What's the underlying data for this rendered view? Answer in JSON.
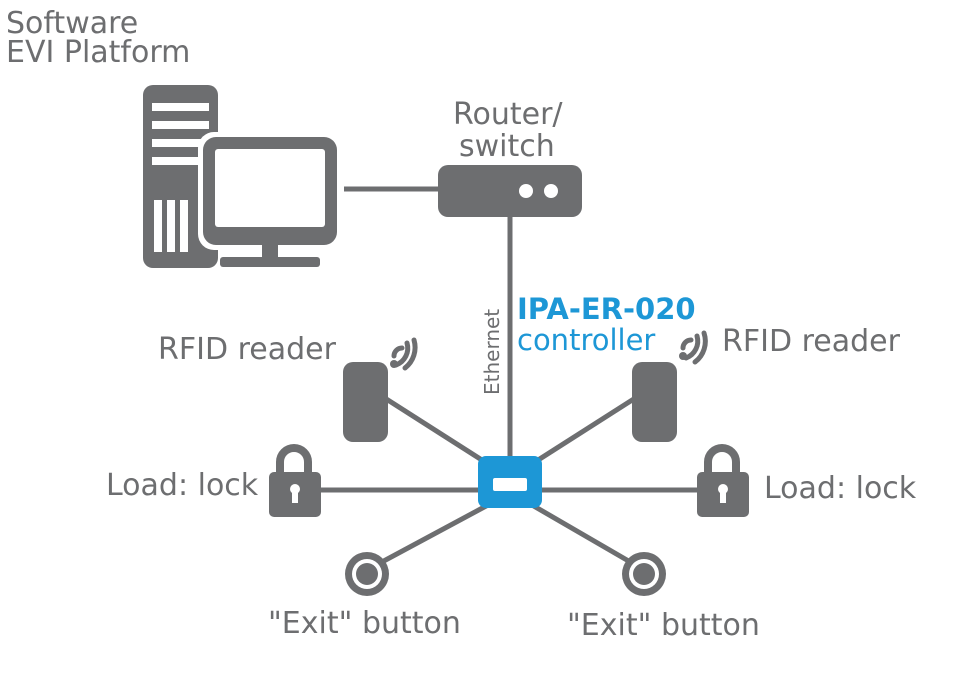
{
  "software": {
    "line1": "Software",
    "line2": "EVI Platform"
  },
  "router": {
    "line1": "Router/",
    "line2": "switch"
  },
  "ethernet_label": "Ethernet",
  "controller": {
    "model": "IPA-ER-020",
    "type": "controller"
  },
  "rfid_left_label": "RFID reader",
  "rfid_right_label": "RFID reader",
  "lock_left_label": "Load: lock",
  "lock_right_label": "Load: lock",
  "exit_left_label": "\"Exit\" button",
  "exit_right_label": "\"Exit\" button",
  "colors": {
    "device_gray": "#6d6e70",
    "accent_blue": "#1d97d6",
    "background": "#ffffff"
  },
  "icons": [
    "server-tower-icon",
    "monitor-icon",
    "router-icon",
    "controller-icon",
    "rfid-reader-icon",
    "wireless-signal-icon",
    "padlock-icon",
    "exit-button-icon"
  ]
}
